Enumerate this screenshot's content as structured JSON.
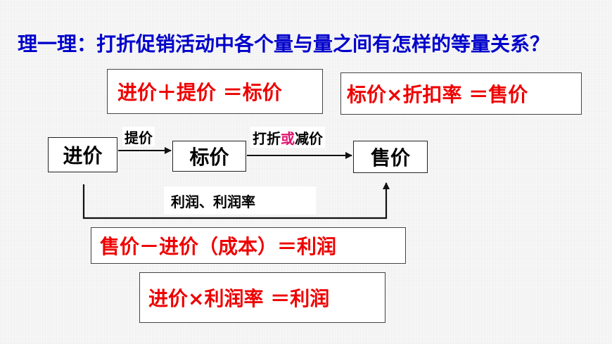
{
  "question": "理一理：打折促销活动中各个量与量之间有怎样的等量关系？",
  "formulas": {
    "cost_plus_markup": "进价＋提价 ＝标价",
    "list_times_discount": "标价×折扣率 ＝售价",
    "profit": "售价－进价（成本）＝利润",
    "cost_times_margin": "进价×利润率 ＝利润"
  },
  "flow": {
    "cost": "进价",
    "list_price": "标价",
    "sale_price": "售价",
    "markup_label": "提价",
    "discount_label_1": "打折",
    "discount_label_or": "或",
    "discount_label_2": "减价",
    "profit_label": "利润、利润率"
  },
  "colors": {
    "question": "#0000cc",
    "formula": "#ee0000",
    "or_highlight": "#e0156f"
  }
}
